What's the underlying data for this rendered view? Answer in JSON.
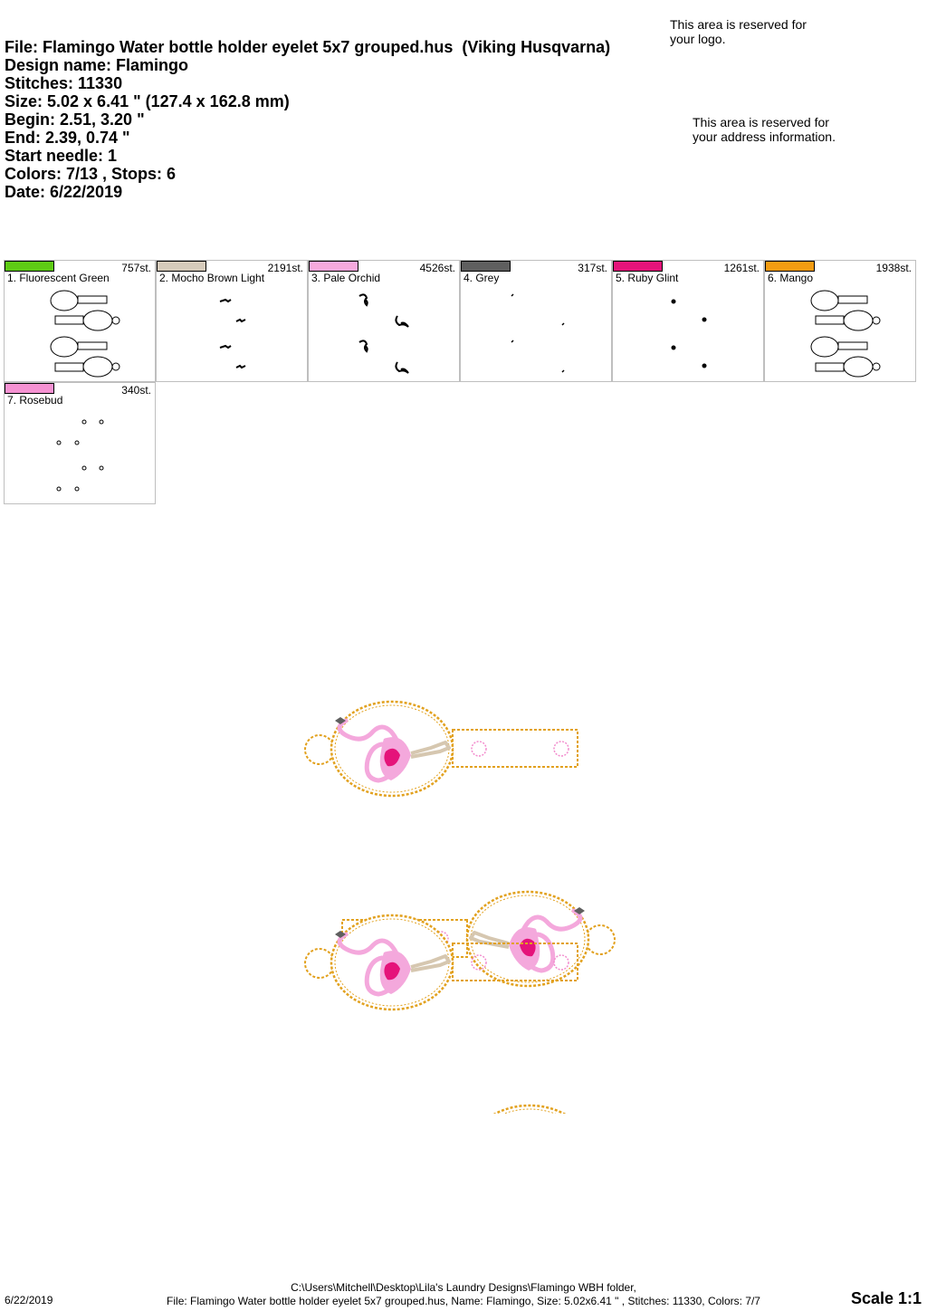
{
  "header": {
    "file": "File: Flamingo Water bottle holder eyelet 5x7 grouped.hus  (Viking Husqvarna)",
    "design_name": "Design name: Flamingo",
    "stitches": "Stitches: 11330",
    "size": "Size: 5.02 x 6.41 \" (127.4 x 162.8 mm)",
    "begin": "Begin: 2.51, 3.20 \"",
    "end": "End: 2.39, 0.74 \"",
    "start_needle": "Start needle: 1",
    "colors": "Colors: 7/13 , Stops: 6",
    "date": "Date: 6/22/2019"
  },
  "reserved": {
    "logo": "This area is reserved for\nyour logo.",
    "address": "This area is reserved for\nyour address information."
  },
  "colors": [
    {
      "label": "1. Fluorescent Green",
      "stitches": "757st.",
      "hex": "#5ecb14"
    },
    {
      "label": "2. Mocho Brown Light",
      "stitches": "2191st.",
      "hex": "#d6cbbb"
    },
    {
      "label": "3. Pale Orchid",
      "stitches": "4526st.",
      "hex": "#f6a9dd"
    },
    {
      "label": "4. Grey",
      "stitches": "317st.",
      "hex": "#5f5f5f"
    },
    {
      "label": "5. Ruby Glint",
      "stitches": "1261st.",
      "hex": "#e5137a"
    },
    {
      "label": "6. Mango",
      "stitches": "1938st.",
      "hex": "#f39c12"
    },
    {
      "label": "7. Rosebud",
      "stitches": "340st.",
      "hex": "#f592d2"
    }
  ],
  "footer": {
    "date": "6/22/2019",
    "path_line1": "C:\\Users\\Mitchell\\Desktop\\Lila's Laundry Designs\\Flamingo WBH folder,",
    "path_line2": "File: Flamingo Water bottle holder eyelet 5x7 grouped.hus, Name: Flamingo, Size: 5.02x6.41 \" , Stitches: 11330, Colors: 7/7",
    "scale": "Scale 1:1"
  }
}
